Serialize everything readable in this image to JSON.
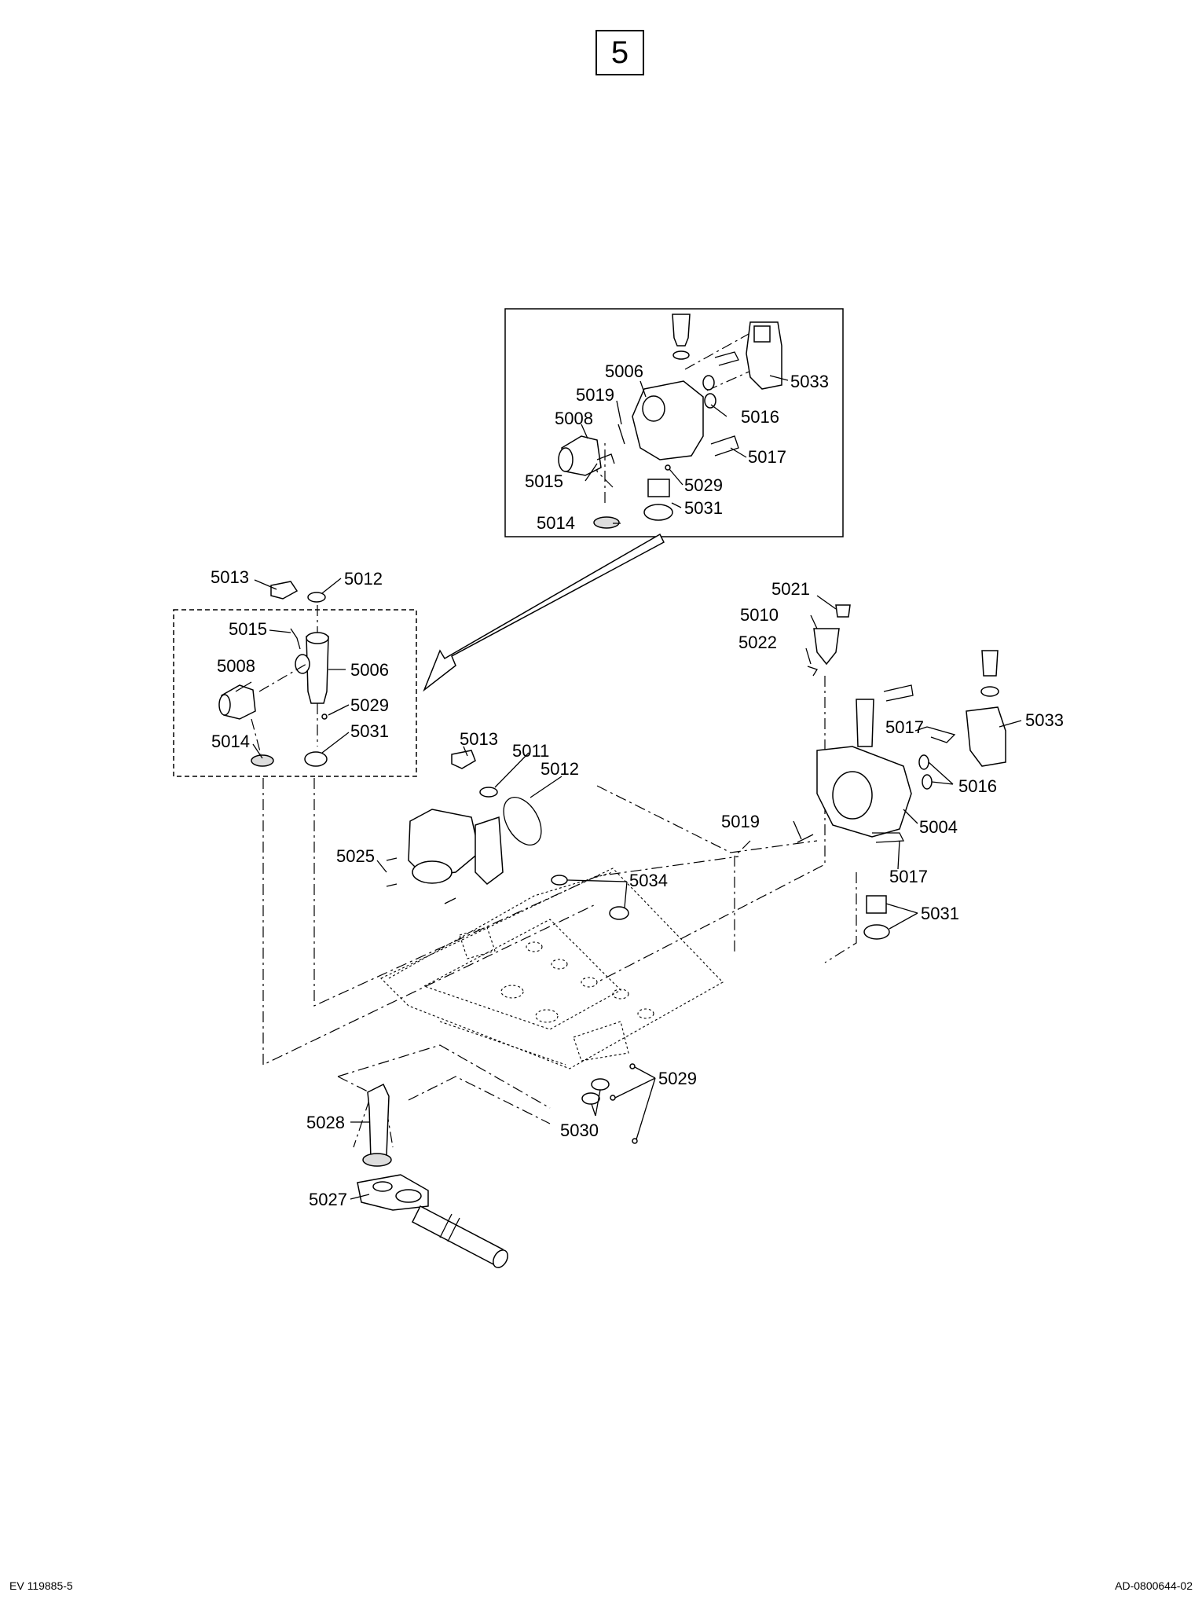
{
  "page_badge": "5",
  "footer": {
    "left_code": "EV 119885-5",
    "right_code": "AD-0800644-02"
  },
  "inset_labels": {
    "p5006": "5006",
    "p5019": "5019",
    "p5008": "5008",
    "p5015": "5015",
    "p5014": "5014",
    "p5033": "5033",
    "p5016": "5016",
    "p5017": "5017",
    "p5029": "5029",
    "p5031": "5031"
  },
  "left_group_labels": {
    "p5013": "5013",
    "p5012": "5012",
    "p5015": "5015",
    "p5008": "5008",
    "p5006": "5006",
    "p5029": "5029",
    "p5014": "5014",
    "p5031": "5031"
  },
  "pump_labels": {
    "p5013": "5013",
    "p5011": "5011",
    "p5012": "5012",
    "p5025": "5025",
    "p5034": "5034"
  },
  "right_group_labels": {
    "p5021": "5021",
    "p5010": "5010",
    "p5022": "5022",
    "p5017a": "5017",
    "p5033": "5033",
    "p5016": "5016",
    "p5019": "5019",
    "p5004": "5004",
    "p5017b": "5017",
    "p5031": "5031"
  },
  "bottom_labels": {
    "p5029": "5029",
    "p5030": "5030",
    "p5028": "5028",
    "p5027": "5027"
  }
}
